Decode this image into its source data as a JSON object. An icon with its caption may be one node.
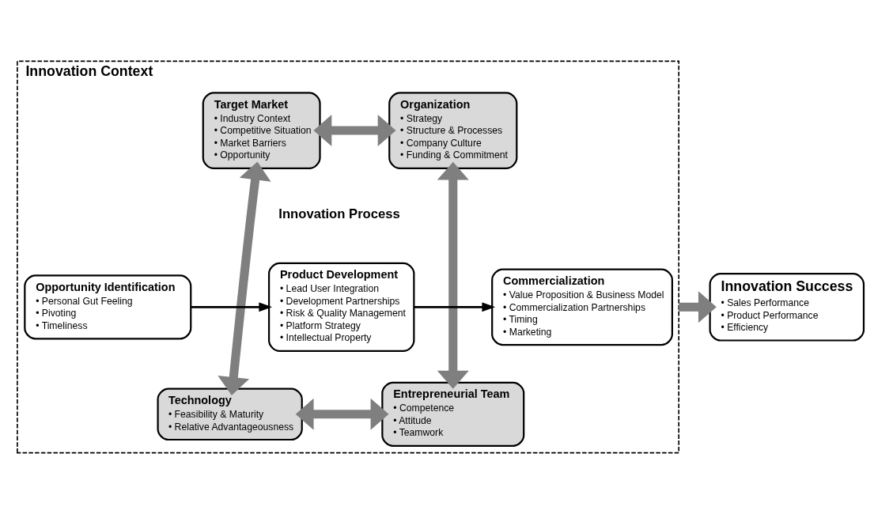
{
  "diagram": {
    "nodes": [
      {
        "text": [
          "Innovation Context"
        ]
      },
      {
        "text": [
          "Target Market",
          "• Industry Context",
          "• Competitive Situation",
          "• Market Barriers",
          "• Opportunity"
        ],
        "in": 0
      },
      {
        "text": [
          "Organization",
          "• Strategy",
          "• Structure & Processes",
          "• Company Culture",
          "• Funding & Commitment"
        ],
        "in": 0
      },
      {
        "text": [
          "Opportunity Identification",
          "• Personal Gut Feeling",
          "• Pivoting",
          "• Timeliness"
        ],
        "in": 0
      },
      {
        "text": [
          "Product Development",
          "• Lead User Integration",
          "• Development Partnerships",
          "• Risk & Quality Management",
          "• Platform Strategy",
          "• Intellectual Property"
        ],
        "in": 0
      },
      {
        "text": [
          "Commercialization",
          "• Value Proposition & Business Model",
          "• Commercialization Partnerships",
          "• Timing",
          "• Marketing"
        ],
        "in": 0
      },
      {
        "text": [
          "Technology",
          "• Feasibility & Maturity",
          "• Relative Advantageousness"
        ],
        "in": 0
      },
      {
        "text": [
          "Entrepreneurial Team",
          "• Competence",
          "• Attitude",
          "• Teamwork"
        ],
        "in": 0
      },
      {
        "text": [
          "Innovation Success",
          "• Sales Performance",
          "• Product Performance",
          "• Efficiency"
        ]
      }
    ],
    "edges": [
      {
        "from": 1,
        "to": 2,
        "arrow": "both"
      },
      {
        "from": 1,
        "to": 6,
        "arrow": "both"
      },
      {
        "from": 3,
        "to": 4,
        "arrow": "to",
        "color": "#000000"
      },
      {
        "from": 4,
        "to": 5,
        "arrow": "to",
        "color": "#000000"
      },
      {
        "from": 2,
        "to": 7,
        "arrow": "both"
      },
      {
        "from": 6,
        "to": 7,
        "arrow": "both"
      },
      {
        "from": 0,
        "to": 8,
        "arrow": "to"
      }
    ],
    "labels": [
      "Innovation Process"
    ]
  }
}
